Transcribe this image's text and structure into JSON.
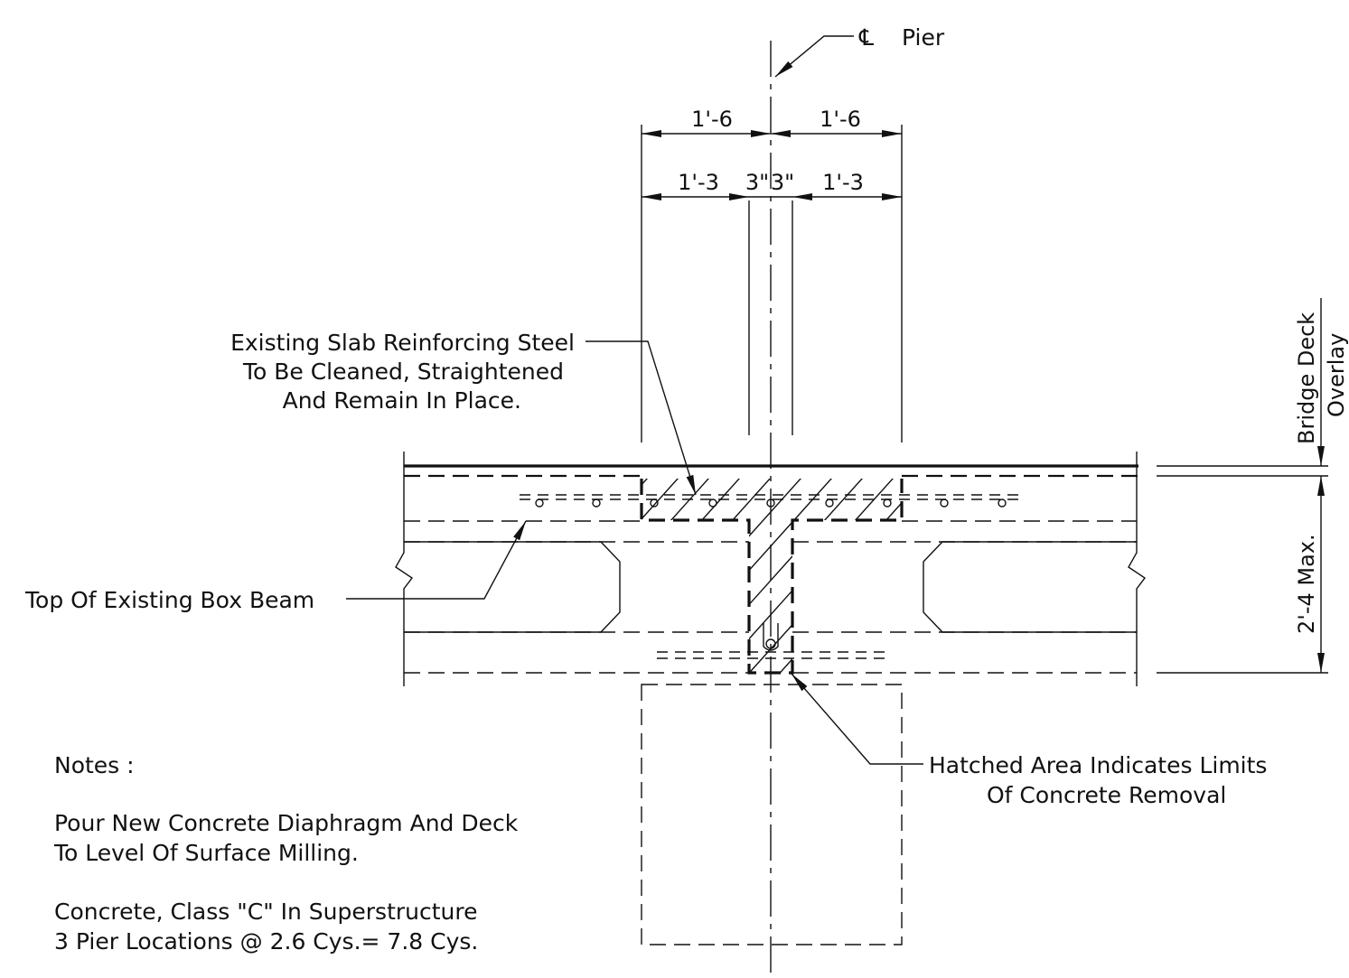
{
  "centerline": {
    "symbol": "℄",
    "label": "Pier"
  },
  "dimensions": {
    "top_left": "1'-6",
    "top_right": "1'-6",
    "mid_left": "1'-3",
    "mid_center_left": "3\"",
    "mid_center_right": "3\"",
    "mid_right": "1'-3",
    "overlay": "Bridge Deck Overlay",
    "overlay_line1": "Bridge Deck",
    "overlay_line2": "Overlay",
    "depth": "2'-4 Max."
  },
  "callouts": {
    "rebar": {
      "line1": "Existing Slab Reinforcing Steel",
      "line2": "To Be Cleaned, Straightened",
      "line3": "And Remain In Place."
    },
    "box_beam": "Top Of Existing Box Beam",
    "hatched": {
      "line1": "Hatched Area Indicates Limits",
      "line2": "Of Concrete Removal"
    }
  },
  "notes": {
    "heading": "Notes :",
    "note1_line1": "Pour New Concrete Diaphragm And Deck",
    "note1_line2": "To Level Of Surface Milling.",
    "note2_line1": "Concrete, Class \"C\" In Superstructure",
    "note2_line2": "3 Pier Locations @ 2.6 Cys.= 7.8 Cys."
  }
}
